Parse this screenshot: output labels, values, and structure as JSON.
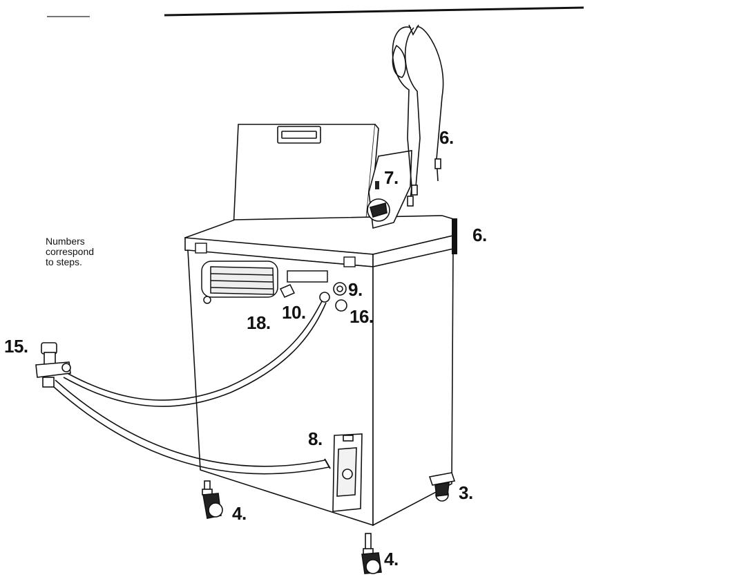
{
  "note": {
    "lines": [
      "Numbers",
      "correspond",
      "to steps."
    ]
  },
  "labels": {
    "hoses_top": "6.",
    "hanger": "7.",
    "bracket": "6.",
    "socket_9": "9.",
    "connector_10": "10.",
    "plug_16": "16.",
    "cord_18": "18.",
    "valve_15": "15.",
    "panel_8": "8.",
    "caster_3": "3.",
    "caster_left": "4.",
    "caster_front": "4."
  }
}
